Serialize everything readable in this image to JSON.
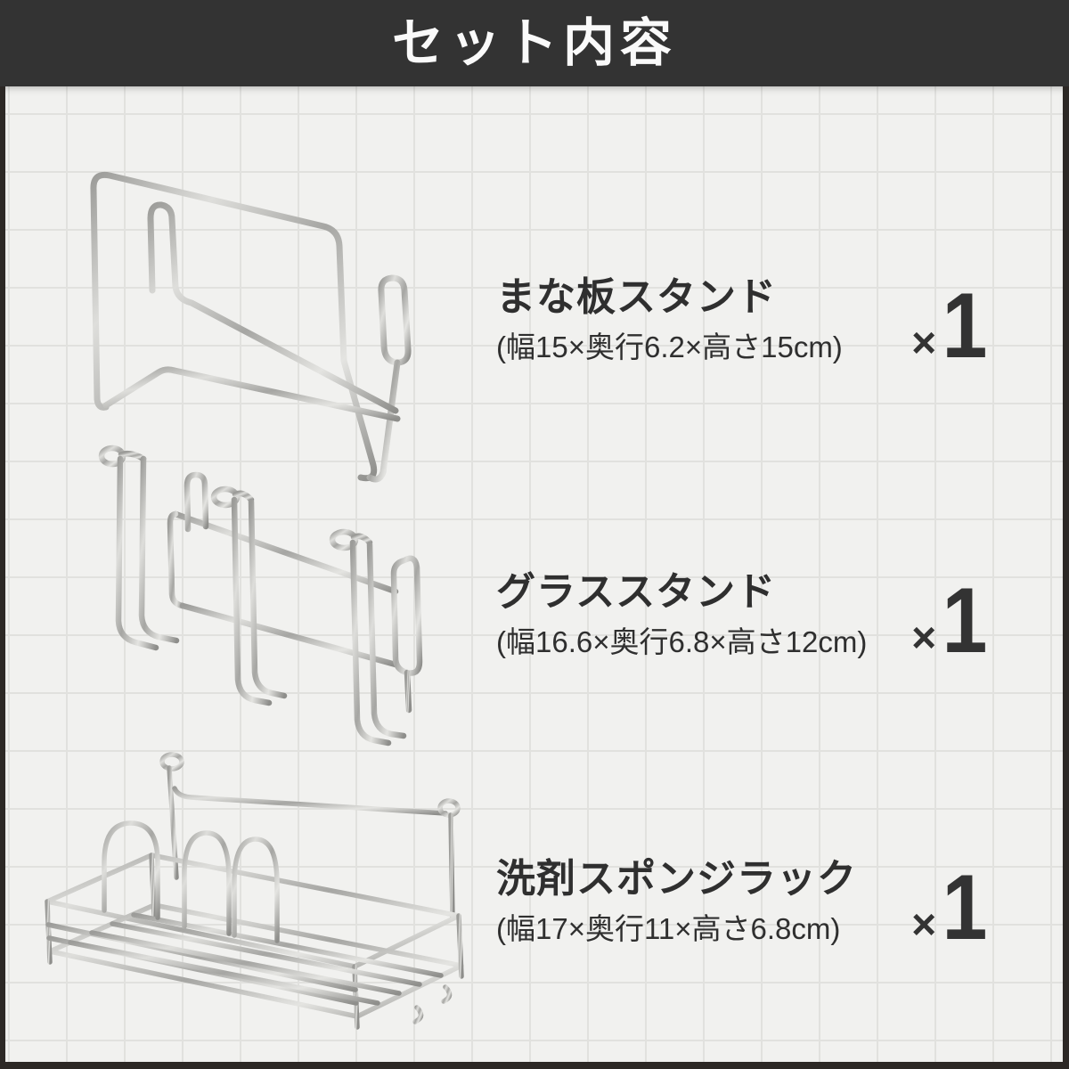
{
  "header": {
    "title": "セット内容"
  },
  "items": [
    {
      "name": "まな板スタンド",
      "dimensions": "(幅15×奥行6.2×高さ15cm)",
      "quantity_mark": "×",
      "quantity": "1",
      "image": "cutting-board-stand"
    },
    {
      "name": "グラススタンド",
      "dimensions": "(幅16.6×奥行6.8×高さ12cm)",
      "quantity_mark": "×",
      "quantity": "1",
      "image": "glass-stand"
    },
    {
      "name": "洗剤スポンジラック",
      "dimensions": "(幅17×奥行11×高さ6.8cm)",
      "quantity_mark": "×",
      "quantity": "1",
      "image": "sponge-rack"
    }
  ],
  "colors": {
    "header_bg": "#333333",
    "header_text": "#fafafa",
    "tile_bg": "#f1f1ef",
    "tile_line": "#e1e1de",
    "frame_border": "#2c2825",
    "text": "#2f2f2f",
    "wire_light": "#e4e4e1",
    "wire_dark": "#8e8e8b"
  }
}
